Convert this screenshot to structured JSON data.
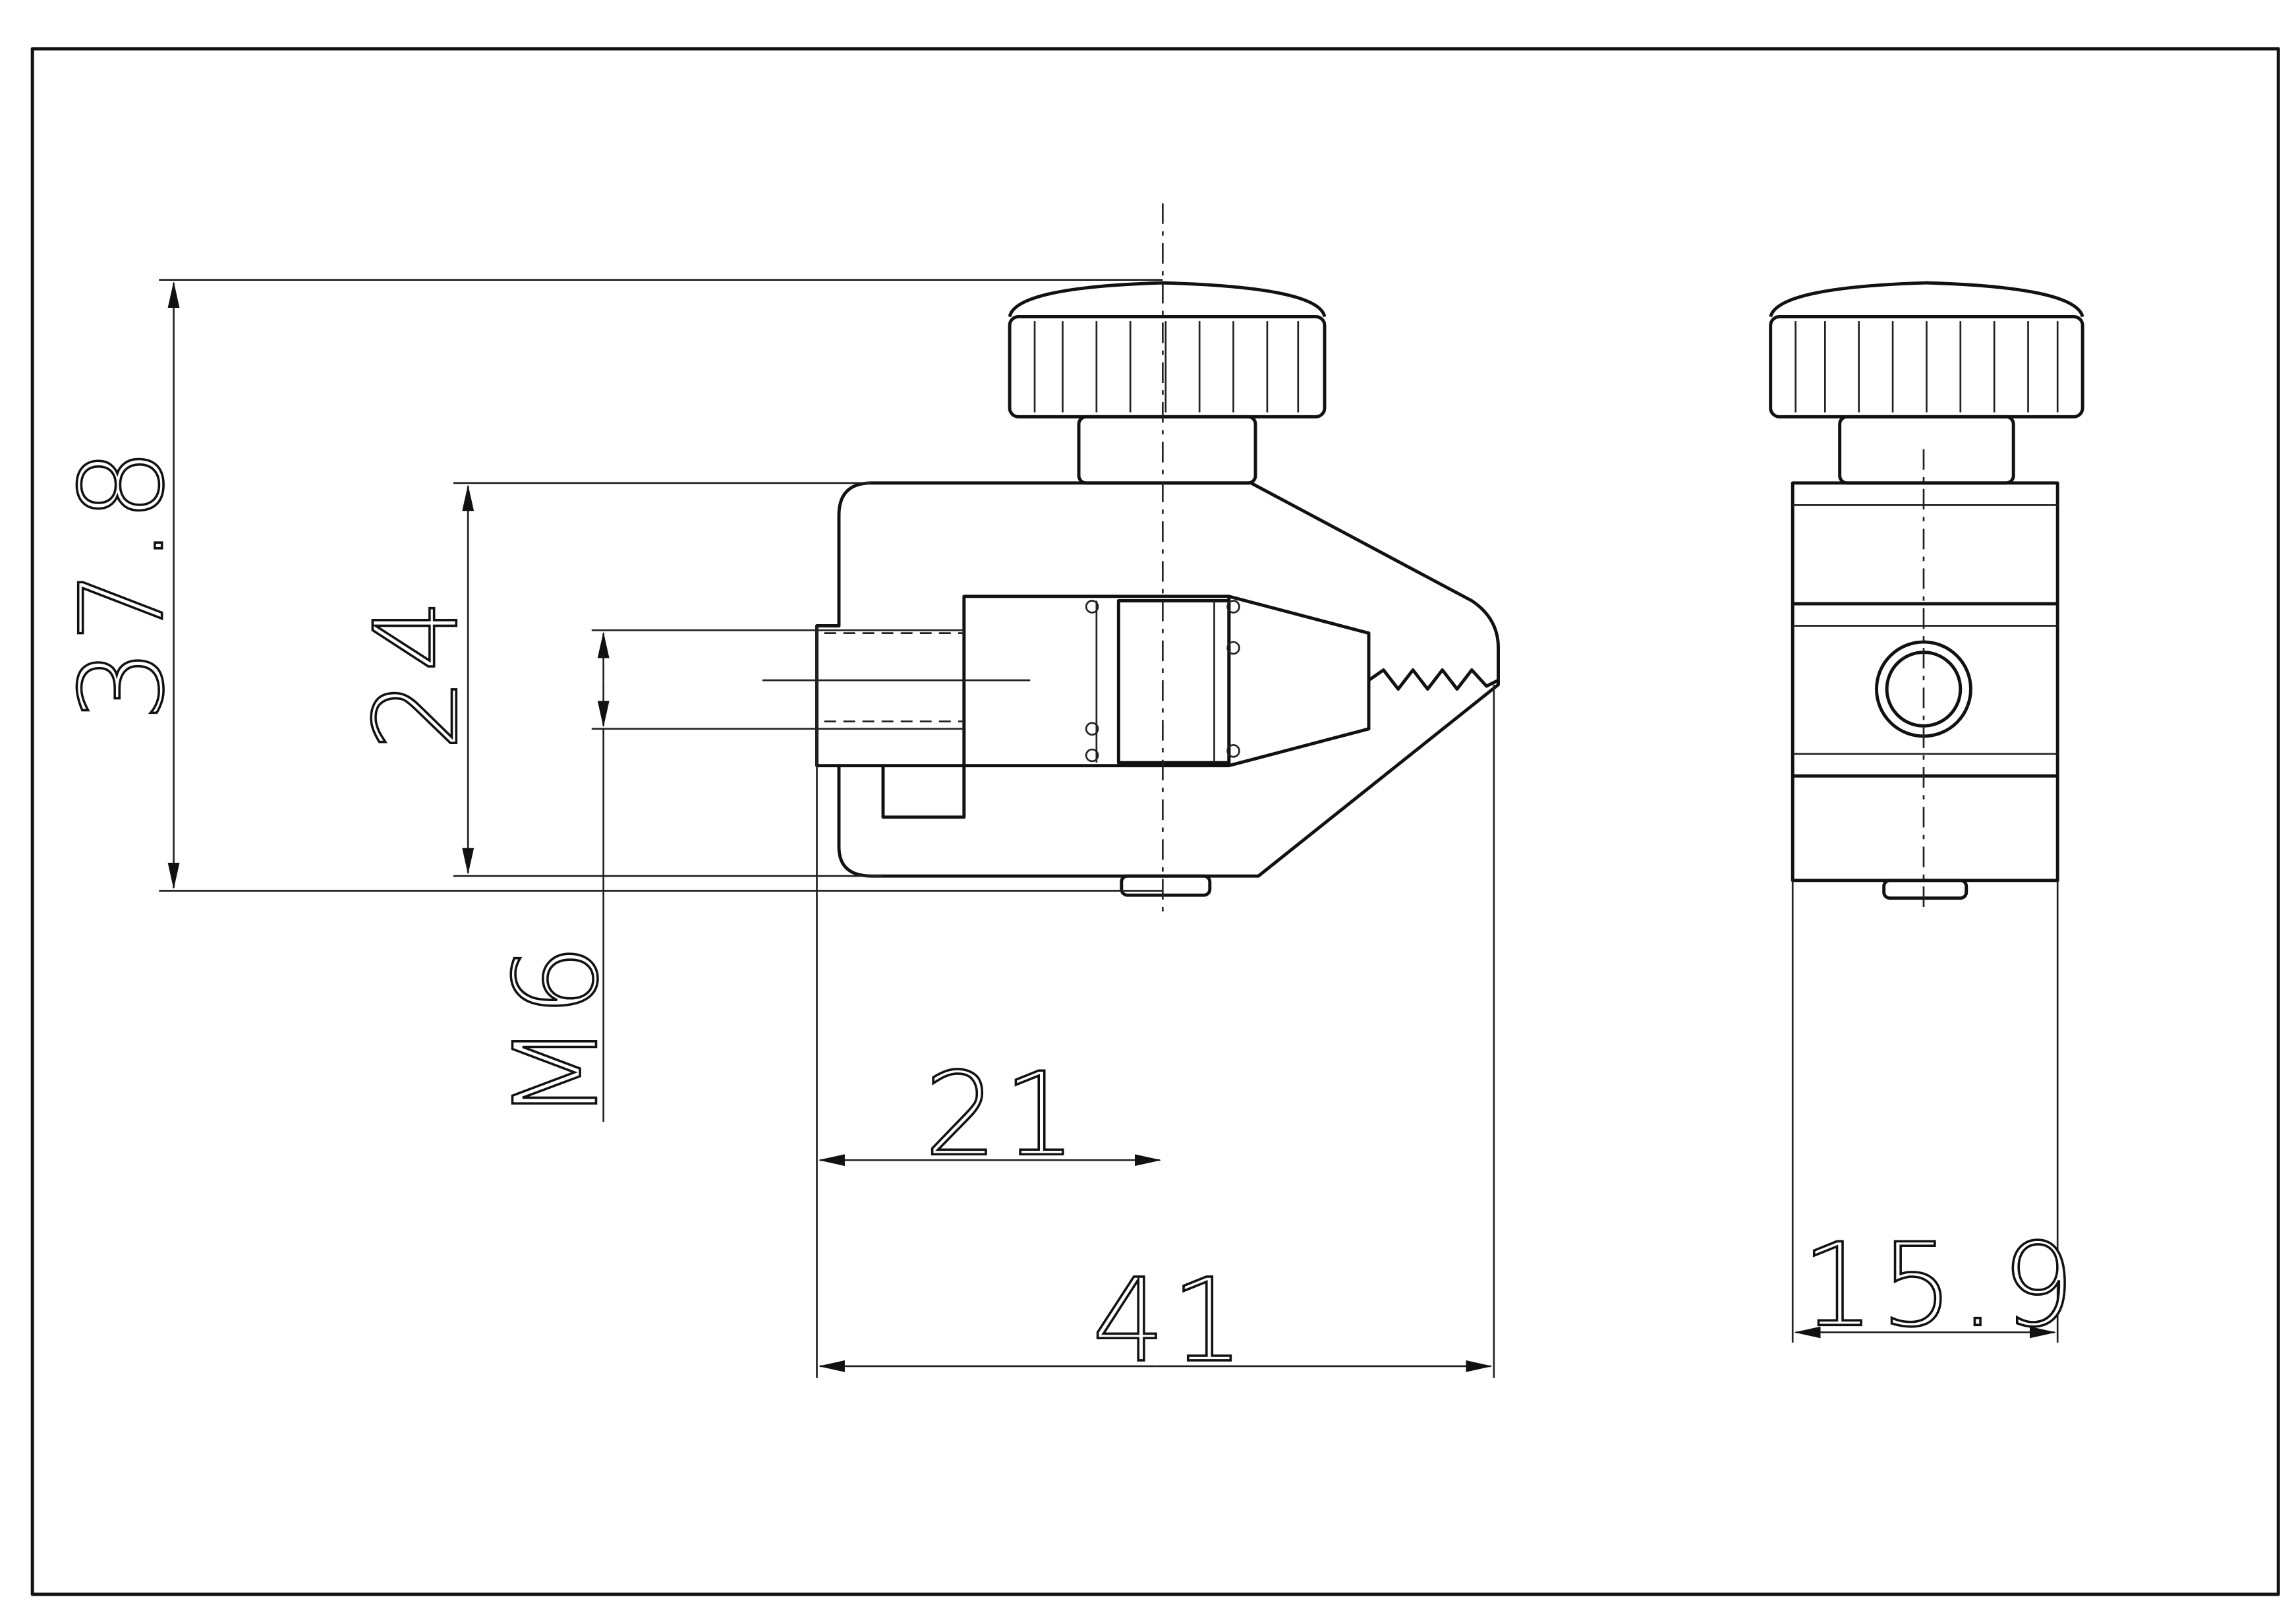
{
  "drawing": {
    "dimensions": {
      "overall_height": "37.8",
      "body_height": "24",
      "thread": "M6",
      "center_offset": "21",
      "overall_length": "41",
      "width": "15.9"
    }
  }
}
